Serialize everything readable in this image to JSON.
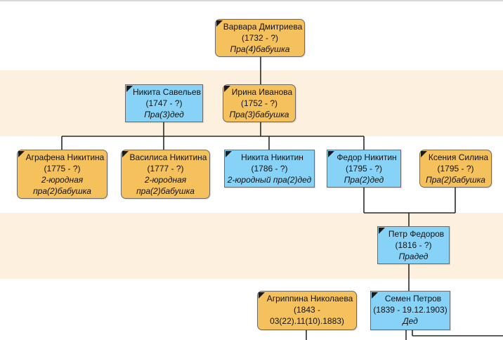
{
  "tree": {
    "people": [
      {
        "key": "varvara",
        "name": "Варвара Дмитриева",
        "dates": "(1732 - ?)",
        "relation": "Пра(4)бабушка",
        "sex": "f"
      },
      {
        "key": "nikita_s",
        "name": "Никита Савельев",
        "dates": "(1747 - ?)",
        "relation": "Пра(3)дед",
        "sex": "m"
      },
      {
        "key": "irina",
        "name": "Ирина Иванова",
        "dates": "(1752 - ?)",
        "relation": "Пра(3)бабушка",
        "sex": "f"
      },
      {
        "key": "agrafena",
        "name": "Аграфена Никитина",
        "dates": "(1775 - ?)",
        "relation": "2-юродная пра(2)бабушка",
        "relation_lines": [
          "2-юродная",
          "пра(2)бабушка"
        ],
        "sex": "f"
      },
      {
        "key": "vasilisa",
        "name": "Василиса Никитина",
        "dates": "(1777 - ?)",
        "relation": "2-юродная пра(2)бабушка",
        "relation_lines": [
          "2-юродная",
          "пра(2)бабушка"
        ],
        "sex": "f"
      },
      {
        "key": "nikita_n",
        "name": "Никита Никитин",
        "dates": "(1786 - ?)",
        "relation": "2-юродный пра(2)дед",
        "sex": "m"
      },
      {
        "key": "fedor",
        "name": "Федор Никитин",
        "dates": "(1795 - ?)",
        "relation": "Пра(2)дед",
        "sex": "m"
      },
      {
        "key": "kseniya",
        "name": "Ксения Силина",
        "dates": "(1795 - ?)",
        "relation": "Пра(2)бабушка",
        "sex": "f"
      },
      {
        "key": "petr",
        "name": "Петр Федоров",
        "dates": "(1816 - ?)",
        "relation": "Прадед",
        "sex": "m"
      },
      {
        "key": "agrippina",
        "name": "Агриппина Николаева",
        "dates": "(1843 -",
        "dates_line2": "03(22).11(10).1883)",
        "sex": "f"
      },
      {
        "key": "semen",
        "name": "Семен Петров",
        "dates": "(1839 - 19.12.1903)",
        "relation": "Дед",
        "sex": "m"
      }
    ],
    "colors": {
      "female_card": "#f5c15c",
      "male_card": "#87d3f8",
      "generation_band": "#fdf0de",
      "connector": "#2a2a2a"
    }
  }
}
